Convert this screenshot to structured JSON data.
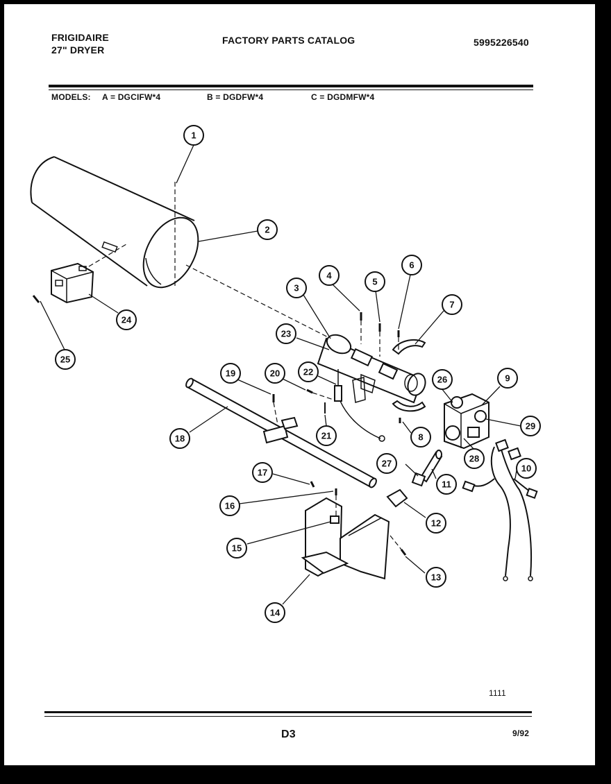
{
  "header": {
    "brand": "FRIGIDAIRE",
    "product": "27\" DRYER",
    "catalog_title": "FACTORY PARTS CATALOG",
    "catalog_number": "5995226540"
  },
  "models": {
    "label": "MODELS:",
    "a": "A = DGCIFW*4",
    "b": "B = DGDFW*4",
    "c": "C = DGDMFW*4"
  },
  "diagram": {
    "callouts": [
      "1",
      "2",
      "3",
      "4",
      "5",
      "6",
      "7",
      "8",
      "9",
      "10",
      "11",
      "12",
      "13",
      "14",
      "15",
      "16",
      "17",
      "18",
      "19",
      "20",
      "21",
      "22",
      "23",
      "24",
      "25",
      "26",
      "27",
      "28",
      "29"
    ]
  },
  "footer": {
    "figure_number": "1111",
    "page_code": "D3",
    "date": "9/92"
  }
}
